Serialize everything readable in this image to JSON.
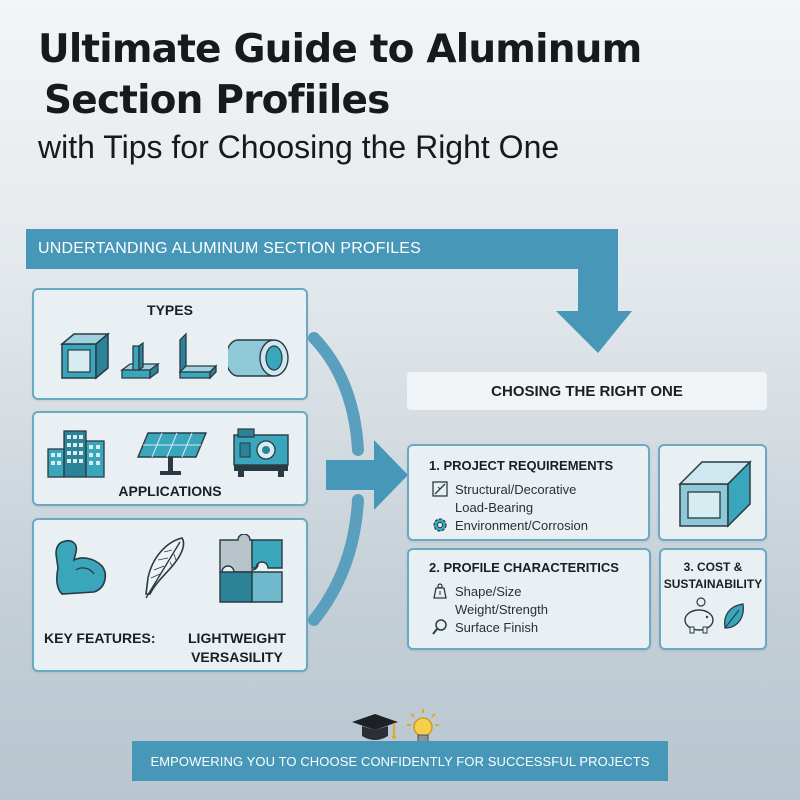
{
  "header": {
    "title_line1": "Ultimate Guide to Aluminum",
    "title_line2": "Section Profiiles",
    "subtitle": "with Tips for Choosing the Right One"
  },
  "banner": {
    "label": "UNDERTANDING ALUMINUM SECTION PROFILES"
  },
  "left": {
    "types": {
      "label": "TYPES",
      "icons": [
        "square-tube-icon",
        "t-profile-icon",
        "angle-profile-icon",
        "round-tube-icon"
      ]
    },
    "applications": {
      "label": "APPLICATIONS",
      "icons": [
        "buildings-icon",
        "solar-panel-icon",
        "machine-icon"
      ]
    },
    "key_features": {
      "label": "KEY FEATURES:",
      "values_line1": "LIGHTWEIGHT",
      "values_line2": "VERSASILITY",
      "icons": [
        "muscle-arm-icon",
        "feather-icon",
        "puzzle-icon"
      ]
    }
  },
  "right": {
    "heading": "CHOSING THE RIGHT ONE",
    "project_requirements": {
      "label": "1. PROJECT REQUIREMENTS",
      "items": [
        "Structural/Decorative",
        "Load-Bearing",
        "Environment/Corrosion"
      ]
    },
    "profile_characteristics": {
      "label": "2. PROFILE CHARACTERITICS",
      "items": [
        "Shape/Size",
        "Weight/Strength",
        "Surface Finish"
      ]
    },
    "cost": {
      "label_line1": "3. COST &",
      "label_line2": "SUSTAINABILITY"
    }
  },
  "footer": {
    "label": "EMPOWERING YOU TO CHOOSE CONFIDENTLY FOR SUCCESSFUL PROJECTS"
  },
  "colors": {
    "accent": "#4797b8",
    "card_border": "#6ba8c4",
    "card_bg": "#e9f0f4",
    "icon_teal": "#3aa6bb"
  }
}
